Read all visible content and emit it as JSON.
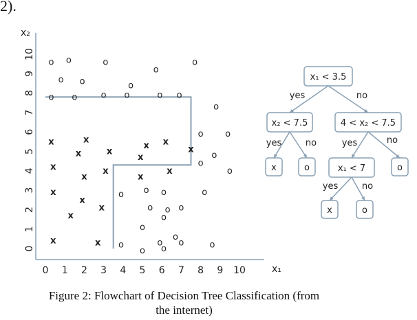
{
  "top_fragment": "2).",
  "plot": {
    "y_axis_label": "x₂",
    "x_axis_label": "x₁",
    "x_ticks": [
      "0",
      "1",
      "2",
      "3",
      "4",
      "5",
      "6",
      "7",
      "8",
      "9",
      "10"
    ],
    "y_ticks": [
      "0",
      "1",
      "2",
      "3",
      "4",
      "5",
      "6",
      "7",
      "8",
      "9",
      "10"
    ],
    "o_marker": "o",
    "x_marker": "x",
    "o_points": [
      [
        0.3,
        9.6
      ],
      [
        1.2,
        9.7
      ],
      [
        3.1,
        9.6
      ],
      [
        5.7,
        9.2
      ],
      [
        7.7,
        9.6
      ],
      [
        0.8,
        8.7
      ],
      [
        1.9,
        8.6
      ],
      [
        4.4,
        8.4
      ],
      [
        5.9,
        7.9
      ],
      [
        8.8,
        7.3
      ],
      [
        0.3,
        7.8
      ],
      [
        1.5,
        7.8
      ],
      [
        3.0,
        7.9
      ],
      [
        4.2,
        7.9
      ],
      [
        6.9,
        7.9
      ],
      [
        8.0,
        5.9
      ],
      [
        9.4,
        5.9
      ],
      [
        8.7,
        4.8
      ],
      [
        8.0,
        4.4
      ],
      [
        9.5,
        4.0
      ],
      [
        3.9,
        2.8
      ],
      [
        5.2,
        3.0
      ],
      [
        6.1,
        2.9
      ],
      [
        8.2,
        2.9
      ],
      [
        5.4,
        2.1
      ],
      [
        6.3,
        2.0
      ],
      [
        7.0,
        2.1
      ],
      [
        6.1,
        1.6
      ],
      [
        5.0,
        1.1
      ],
      [
        6.7,
        0.6
      ],
      [
        5.9,
        0.3
      ],
      [
        7.0,
        0.3
      ],
      [
        3.9,
        0.2
      ],
      [
        5.0,
        -0.1
      ],
      [
        6.1,
        0.0
      ],
      [
        8.6,
        0.2
      ]
    ],
    "x_points": [
      [
        0.3,
        5.5
      ],
      [
        2.1,
        5.6
      ],
      [
        5.2,
        5.3
      ],
      [
        6.2,
        5.5
      ],
      [
        7.5,
        5.1
      ],
      [
        1.7,
        4.9
      ],
      [
        3.3,
        5.0
      ],
      [
        4.9,
        4.7
      ],
      [
        0.4,
        4.2
      ],
      [
        3.1,
        4.0
      ],
      [
        6.4,
        4.0
      ],
      [
        2.0,
        3.7
      ],
      [
        4.9,
        3.7
      ],
      [
        0.4,
        2.9
      ],
      [
        1.9,
        2.5
      ],
      [
        2.9,
        2.1
      ],
      [
        1.3,
        1.7
      ],
      [
        0.4,
        0.4
      ],
      [
        2.7,
        0.3
      ]
    ],
    "boundary_points": [
      [
        0,
        7.8
      ],
      [
        7.5,
        7.8
      ],
      [
        7.5,
        4.3
      ],
      [
        3.5,
        4.3
      ],
      [
        3.5,
        0
      ]
    ]
  },
  "tree": {
    "nodes": [
      {
        "id": "root",
        "label": "x₁ < 3.5",
        "kind": "decision"
      },
      {
        "id": "left",
        "label": "x₂ < 7.5",
        "kind": "decision"
      },
      {
        "id": "right",
        "label": "4 < x₂ < 7.5",
        "kind": "decision"
      },
      {
        "id": "ll",
        "label": "x",
        "kind": "leaf"
      },
      {
        "id": "lr",
        "label": "o",
        "kind": "leaf"
      },
      {
        "id": "rl",
        "label": "x₁ < 7",
        "kind": "decision"
      },
      {
        "id": "rr",
        "label": "o",
        "kind": "leaf"
      },
      {
        "id": "rll",
        "label": "x",
        "kind": "leaf"
      },
      {
        "id": "rlr",
        "label": "o",
        "kind": "leaf"
      }
    ],
    "edges": [
      {
        "from": "root",
        "to": "left",
        "label": "yes"
      },
      {
        "from": "root",
        "to": "right",
        "label": "no"
      },
      {
        "from": "left",
        "to": "ll",
        "label": "yes"
      },
      {
        "from": "left",
        "to": "lr",
        "label": "no"
      },
      {
        "from": "right",
        "to": "rl",
        "label": "yes"
      },
      {
        "from": "right",
        "to": "rr",
        "label": "no"
      },
      {
        "from": "rl",
        "to": "rll",
        "label": "yes"
      },
      {
        "from": "rl",
        "to": "rlr",
        "label": "no"
      }
    ]
  },
  "caption": {
    "line1": "Figure 2: Flowchart of Decision Tree Classification (from",
    "line2": "the internet)"
  }
}
